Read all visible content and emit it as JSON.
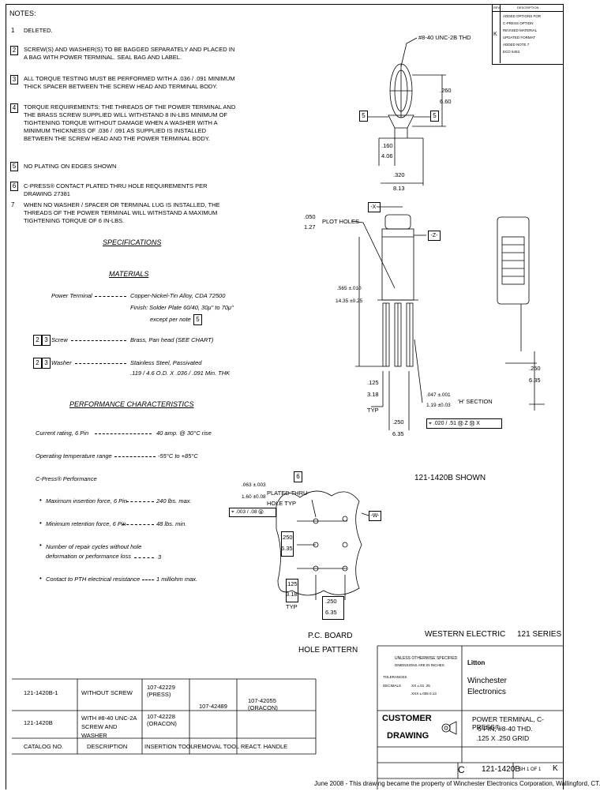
{
  "notes_title": "NOTES:",
  "notes": [
    {
      "num": "1",
      "boxed": false,
      "text": "DELETED."
    },
    {
      "num": "2",
      "boxed": true,
      "text": "SCREW(S) AND WASHER(S) TO BE BAGGED SEPARATELY AND PLACED IN A BAG WITH POWER TERMINAL. SEAL BAG AND LABEL."
    },
    {
      "num": "3",
      "boxed": true,
      "text": "ALL TORQUE TESTING MUST BE PERFORMED WITH A .036 / .091 MINIMUM THICK SPACER BETWEEN THE SCREW HEAD AND TERMINAL BODY."
    },
    {
      "num": "4",
      "boxed": true,
      "text": "TORQUE REQUIREMENTS: THE THREADS OF THE POWER TERMINAL AND THE BRASS SCREW SUPPLIED WILL WITHSTAND 8 IN-LBS MINIMUM OF TIGHTENING TORQUE WITHOUT DAMAGE WHEN A WASHER WITH A MINIMUM THICKNESS OF .036 / .091 AS SUPPLIED IS INSTALLED BETWEEN THE SCREW HEAD AND THE POWER TERMINAL BODY."
    },
    {
      "num": "5",
      "boxed": true,
      "text": "NO PLATING ON EDGES SHOWN"
    },
    {
      "num": "6",
      "boxed": true,
      "text": "C-Press® CONTACT PLATED THRU HOLE REQUIREMENTS PER DRAWING 27381"
    },
    {
      "num": "7",
      "boxed": false,
      "text": "WHEN NO WASHER / SPACER OR TERMINAL LUG IS INSTALLED, THE THREADS OF THE POWER TERMINAL WILL WITHSTAND A MAXIMUM TIGHTENING TORQUE OF 6 IN-LBS."
    }
  ],
  "specifications": {
    "title": "SPECIFICATIONS",
    "materials_title": "MATERIALS",
    "power_terminal_label": "Power Terminal",
    "power_terminal_value_1": "Copper-Nickel-Tin Alloy, CDA 72500",
    "power_terminal_value_2": "Finish: Solder Plate 60/40, 30μ\" to 70μ\"",
    "power_terminal_value_3": "except per note",
    "power_terminal_note": "5",
    "screw_notes": [
      "2",
      "3"
    ],
    "screw_label": "Screw",
    "screw_value": "Brass, Pan head (SEE CHART)",
    "washer_notes": [
      "2",
      "3"
    ],
    "washer_label": "Washer",
    "washer_value_1": "Stainless Steel, Passivated",
    "washer_value_2": ".119 / 4.6 O.D. X .036 / .091 Min. THK"
  },
  "performance": {
    "title": "PERFORMANCE CHARACTERISTICS",
    "rows": [
      {
        "label": "Current rating, 6 Pin",
        "value": "40 amp. @ 30°C rise"
      },
      {
        "label": "Operating temperature range",
        "value": "-55°C to +85°C"
      }
    ],
    "cpress_title": "C-Press® Performance",
    "bullets": [
      {
        "label": "Maximum insertion force, 6 Pin",
        "value": "240 lbs. max."
      },
      {
        "label": "Minimum retention force, 6 Pin",
        "value": "48 lbs. min."
      },
      {
        "label": "Number of repair cycles without hole deformation or performance loss",
        "value": "3"
      },
      {
        "label": "Contact to PTH electrical resistance",
        "value": "1 milliohm max."
      }
    ]
  },
  "revision_block": {
    "header_rev": "REV",
    "header_desc": "DESCRIPTION",
    "rev": "K",
    "lines": [
      "ADDED OPTIONS FOR",
      "C-PRESS OPTION",
      "REVISED MATERIAL",
      "UPDATED FORMAT",
      "ADDED NOTE 7",
      "ECO 6453"
    ]
  },
  "drawing": {
    "thread_callout": "#8-40 UNC-2B THD",
    "dim_260": ".260",
    "dim_660": "6.60",
    "dim_160": ".160",
    "dim_406": "4.06",
    "dim_320": ".320",
    "dim_813": "8.13",
    "note5a": "5",
    "note5b": "5",
    "datum_x": "-X-",
    "datum_z": "-Z-",
    "datum_w": "-W-",
    "plot_holes_1": ".050",
    "plot_holes_2": "1.27",
    "plot_holes_label": "PLOT HOLES",
    "dim_565": ".565 ±.010",
    "dim_1435": "14.35 ±0.25",
    "dim_125": ".125",
    "dim_318": "3.18",
    "typ": "TYP",
    "dim_250a": ".250",
    "dim_635a": "6.35",
    "dim_250b": ".250",
    "dim_635b": "6.35",
    "section_1": ".047 ±.001",
    "section_2": "1.19 ±0.03",
    "section_label": "'H' SECTION",
    "tol_frame": "⌖ .020 / .51 Ⓜ Z Ⓜ X",
    "shown": "121-1420B SHOWN",
    "hole_note": "6",
    "hole_dim_1": ".063 ±.003",
    "hole_dim_2": "1.60 ±0.08",
    "hole_label_1": "PLATED THRU",
    "hole_label_2": "HOLE TYP",
    "hole_tol": "⌖ .003 / .08 Ⓜ",
    "hole_250": ".250",
    "hole_635": "6.35",
    "hole_125": ".125",
    "hole_318": "3.18",
    "hole_typ": "TYP",
    "hole_250b": ".250",
    "hole_635b": "6.35",
    "pc_board_1": "P.C. BOARD",
    "pc_board_2": "HOLE PATTERN"
  },
  "title_block": {
    "western": "WESTERN ELECTRIC",
    "series": "121 SERIES",
    "company_logo": "Litton",
    "company_1": "Winchester",
    "company_2": "Electronics",
    "tolerance_title": "UNLESS OTHERWISE SPECIFIED",
    "tolerance_sub": "DIMENSIONS ARE IN INCHES",
    "tol_lines": [
      "TOLERANCES",
      "DECIMALS",
      ".XX ±.01  .25",
      ".XXX ±.005  0.13"
    ],
    "customer": "CUSTOMER",
    "drawing": "DRAWING",
    "title_1": "POWER TERMINAL, C-PRESS®",
    "title_2": "6 PIN, #8-40 THD.",
    "title_3": ".125 X .250 GRID",
    "size": "C",
    "dwg_no": "121-1420B",
    "sheet": "SH 1 OF 1",
    "rev": "K",
    "footer_left": "June 2008 - This drawing became the property of Winchester Electronics Corporation, Wallingford, CT."
  },
  "catalog_table": {
    "headers": [
      "CATALOG NO.",
      "DESCRIPTION",
      "INSERTION TOOL",
      "REMOVAL TOOL",
      "REACT. HANDLE"
    ],
    "rows": [
      {
        "cat": "121-1420B-1",
        "desc": "WITHOUT SCREW",
        "ins": "107-42229\n(PRESS)",
        "rem": "",
        "react": ""
      },
      {
        "cat": "121-1420B",
        "desc": "WITH #8-40 UNC-2A SCREW AND WASHER",
        "ins": "107-42228\n(ORACON)",
        "rem": "107-42489",
        "react": "107-42055\n(ORACON)"
      }
    ]
  }
}
